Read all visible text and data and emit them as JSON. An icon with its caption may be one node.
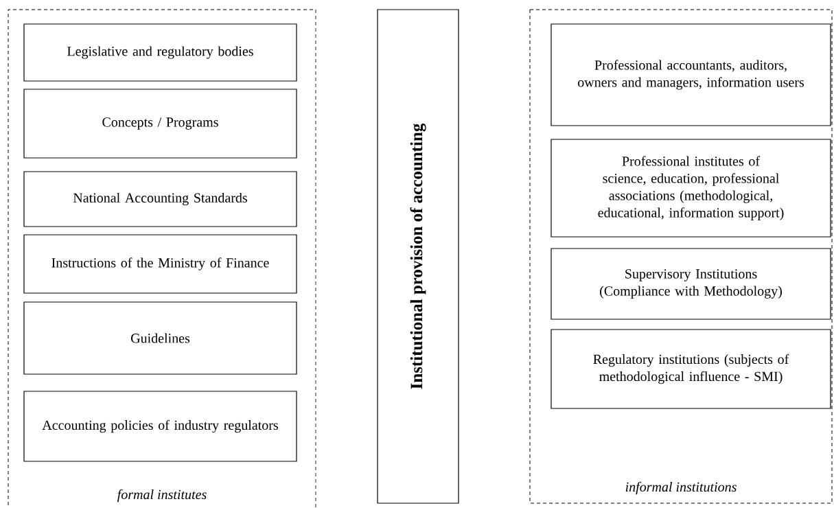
{
  "diagram": {
    "nodes": [
      {
        "text": [
          "formal institutes"
        ]
      },
      {
        "text": [
          "Legislative and regulatory bodies"
        ],
        "in": 0
      },
      {
        "text": [
          "Concepts / Programs"
        ],
        "in": 0
      },
      {
        "text": [
          "National Accounting Standards"
        ],
        "in": 0
      },
      {
        "text": [
          "Instructions of the Ministry of Finance"
        ],
        "in": 0
      },
      {
        "text": [
          "Guidelines"
        ],
        "in": 0
      },
      {
        "text": [
          "Accounting policies of industry regulators"
        ],
        "in": 0
      },
      {
        "text": [
          "Institutional provision of accounting"
        ]
      },
      {
        "text": [
          "informal institutions"
        ]
      },
      {
        "text": [
          "Professional accountants, auditors, owners and managers, information users"
        ],
        "in": 8
      },
      {
        "text": [
          "Professional institutes of science, education, professional associations (methodological, educational, information support)"
        ],
        "in": 8
      },
      {
        "text": [
          "Supervisory Institutions (Compliance with Methodology)"
        ],
        "in": 8
      },
      {
        "text": [
          "Regulatory institutions (subjects of methodological influence - SMI)"
        ],
        "in": 8
      }
    ]
  }
}
